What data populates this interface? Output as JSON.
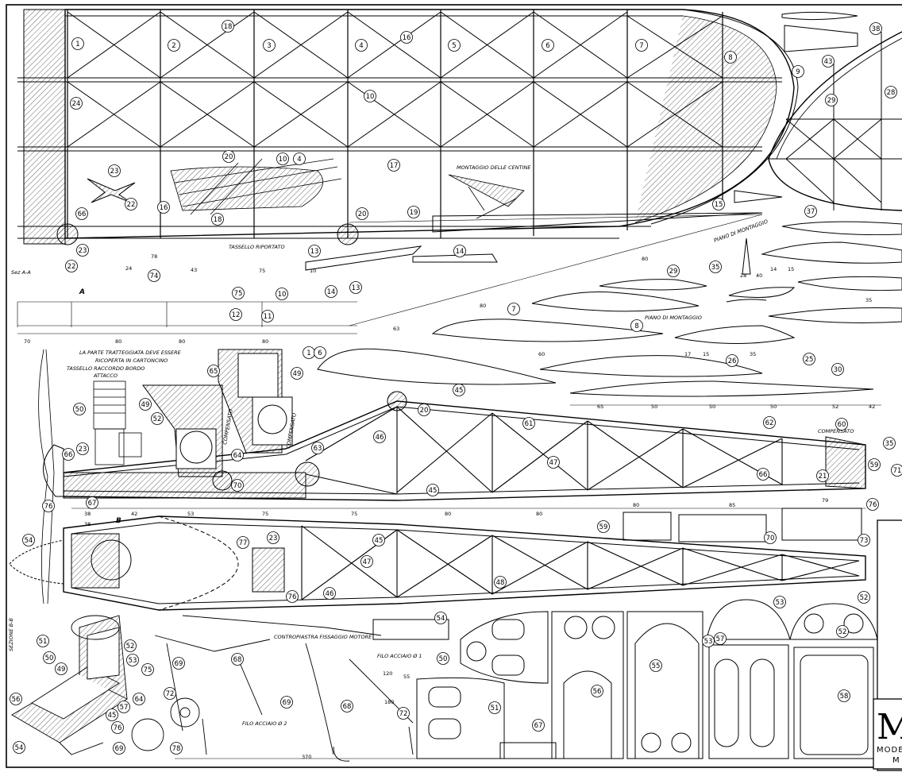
{
  "title_block": {
    "title": "MO",
    "line1": "MODEL",
    "line2": "M"
  },
  "notes": {
    "sez_aa": "Sez A-A",
    "sez_bb": "SEZIONE B-B",
    "section_mark_a": "A",
    "section_mark_b": "B",
    "montaggio_centine": "MONTAGGIO DELLE CENTINE",
    "tassello_riportato": "TASSELLO RIPORTATO",
    "piano_montaggio_1": "PIANO DI MONTAGGIO",
    "piano_montaggio_2": "PIANO DI MONTAGGIO",
    "parte_tratteggiata_1": "LA PARTE TRATTEGGIATA DEVE ESSERE",
    "parte_tratteggiata_2": "RICOPERTA IN CARTONCINO",
    "tassello_raccordo_1": "TASSELLO RACCORDO BORDO",
    "tassello_raccordo_2": "ATTACCO",
    "controtrave": "CONTROPIASTRA FISSAGGIO MOTORE",
    "filo_acciaio_1": "FILO ACCIAIO Ø 1",
    "filo_acciaio_2": "FILO ACCIAIO Ø 2",
    "compensato": "COMPENSATO",
    "compensato_2": "COMPENSATO",
    "compensato_3": "COMPENSATO"
  },
  "dimensions": {
    "d70": "70",
    "d80a": "80",
    "d80b": "80",
    "d80c": "80",
    "d63": "63",
    "d80d": "80",
    "d80e": "80",
    "d78": "78",
    "d75": "75",
    "d10": "10",
    "d24": "24",
    "d43": "43",
    "d60": "60",
    "d17": "17",
    "d15": "15",
    "d35": "35",
    "d65": "65",
    "d50a": "50",
    "d50b": "50",
    "d50c": "50",
    "d52": "52",
    "d42": "42",
    "d14": "14",
    "d15b": "15",
    "d28": "28",
    "d40": "40",
    "d35b": "35",
    "b38": "38",
    "b38b": "38",
    "b42": "42",
    "b53": "53",
    "b75a": "75",
    "b75b": "75",
    "b80a": "80",
    "b80b": "80",
    "b80c": "80",
    "b85": "85",
    "b79": "79",
    "s370": "370",
    "s120": "120",
    "s55": "55",
    "s180": "180"
  },
  "callouts": {
    "c1": "1",
    "c2": "2",
    "c3": "3",
    "c4": "4",
    "c5": "5",
    "c6": "6",
    "c7": "7",
    "c8": "8",
    "c9": "9",
    "c10": "10",
    "c10b": "10",
    "c10c": "10",
    "c16a": "16",
    "c16b": "16",
    "c17": "17",
    "c18": "18",
    "c18b": "18",
    "c19": "19",
    "c20": "20",
    "c20b": "20",
    "c22": "22",
    "c22b": "22",
    "c23": "23",
    "c23b": "23",
    "c24": "24",
    "c4b": "4",
    "c66": "66",
    "c12": "12",
    "c11": "11",
    "c13": "13",
    "c13b": "13",
    "c14": "14",
    "c14b": "14",
    "c15": "15",
    "c74": "74",
    "c75": "75",
    "c38": "38",
    "c43": "43",
    "c28": "28",
    "c29": "29",
    "c29b": "29",
    "c37": "37",
    "c35": "35",
    "c7b": "7",
    "c8b": "8",
    "c26": "26",
    "c25": "25",
    "c30": "30",
    "c1b": "1",
    "c6b": "6",
    "c45": "45",
    "c45b": "45",
    "c46": "46",
    "c47": "47",
    "c61": "61",
    "c62": "62",
    "c60": "60",
    "c35b": "35",
    "c59": "59",
    "c71": "71",
    "c21": "21",
    "c66b": "66",
    "c76": "76",
    "c20c": "20",
    "c65": "65",
    "c49": "49",
    "c49b": "49",
    "c50": "50",
    "c52": "52",
    "c63": "63",
    "c64": "64",
    "c70": "70",
    "c66c": "66",
    "c23c": "23",
    "c67": "67",
    "c76b": "76",
    "c54": "54",
    "c77": "77",
    "c23d": "23",
    "c76c": "76",
    "c46b": "46",
    "c47b": "47",
    "c45c": "45",
    "c48": "48",
    "c59b": "59",
    "c70b": "70",
    "c73": "73",
    "c52b": "52",
    "c53": "53",
    "c51": "51",
    "c50b": "50",
    "c49c": "49",
    "c52c": "52",
    "c53b": "53",
    "c75b": "75",
    "c56": "56",
    "c57": "57",
    "c64b": "64",
    "c45d": "45",
    "c76d": "76",
    "c69": "69",
    "c54b": "54",
    "c78": "78",
    "c72": "72",
    "c68": "68",
    "c69b": "69",
    "c69c": "69",
    "c68b": "68",
    "c72b": "72",
    "c54c": "54",
    "c50c": "50",
    "c51b": "51",
    "c56b": "56",
    "c55": "55",
    "c57b": "57",
    "c58": "58",
    "c67b": "67",
    "c53c": "53",
    "c52d": "52"
  }
}
